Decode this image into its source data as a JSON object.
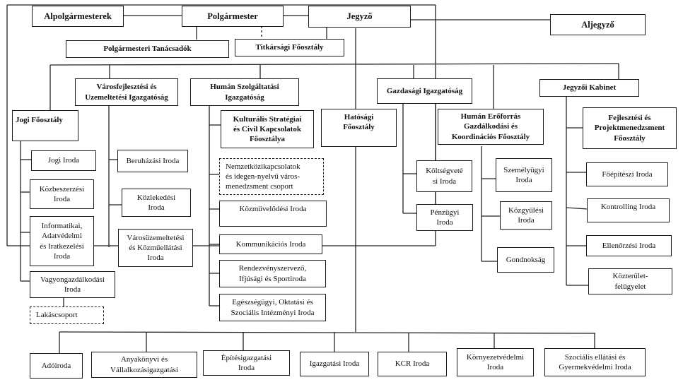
{
  "diagram": {
    "type": "org-chart",
    "leadership": {
      "deputy_mayors": "Alpolgármesterek",
      "mayor": "Polgármester",
      "notary": "Jegyző",
      "deputy_notary": "Aljegyző",
      "mayor_advisors": "Polgármesteri Tanácsadók",
      "secretariat": "Titkársági Főosztály"
    },
    "legal": {
      "head": "Jogi Főosztály",
      "units": [
        "Jogi Iroda",
        "Közbeszerzési\nIroda",
        "Informatikai,\nAdatvédelmi\nés Iratkezelési\nIroda",
        "Vagyongazdálkodási\nIroda"
      ],
      "subgroup": "Lakáscsoport"
    },
    "urban_development": {
      "head": "Városfejlesztési és\nUzemeltetési Igazgatóság",
      "units": [
        "Beruházási Iroda",
        "Közlekedési\nIroda",
        "Városüzemeltetési\nés Közműellátási\nIroda"
      ]
    },
    "human_services": {
      "head": "Humán Szolgáltatási\nIgazgatóság",
      "units": [
        "Kulturális Stratégiai\nés Civil Kapcsolatok\nFőosztálya",
        "Nemzetközikapcsolatok\nés idegen-nyelvű város-\nmenedzsment csoport",
        "Közművelődési Iroda",
        "Kommunikációs Iroda",
        "Rendezvényszervező,\nIfjúsági és Sportiroda",
        "Egészségügyi, Oktatási és\nSzociális Intézményi Iroda"
      ]
    },
    "authority": {
      "head": "Hatósági\nFőosztály"
    },
    "economic": {
      "head": "Gazdasági Igazgatóság",
      "units": [
        "Költségveté\nsi Iroda",
        "Pénzügyi\nIroda"
      ]
    },
    "hr": {
      "head": "Humán Erőforrás\nGazdálkodási és\nKoordinációs Főosztály",
      "units": [
        "Személyügyi\nIroda",
        "Közgyűlési\nIroda",
        "Gondnokság"
      ]
    },
    "notary_cabinet": {
      "head": "Jegyzői Kabinet",
      "units": [
        "Fejlesztési és\nProjektmenedzsment\nFőosztály",
        "Főépítészi Iroda",
        "Kontrolling Iroda",
        "Ellenőrzési Iroda",
        "Közterület-\nfelügyelet"
      ]
    },
    "authority_offices": [
      "Adóiroda",
      "Anyakönyvi és\nVállalkozásigazgatási",
      "Építésigazgatási\nIroda",
      "Igazgatási Iroda",
      "KCR Iroda",
      "Környezetvédelmi\nIroda",
      "Szociális ellátási és\nGyermekvédelmi Iroda"
    ]
  }
}
